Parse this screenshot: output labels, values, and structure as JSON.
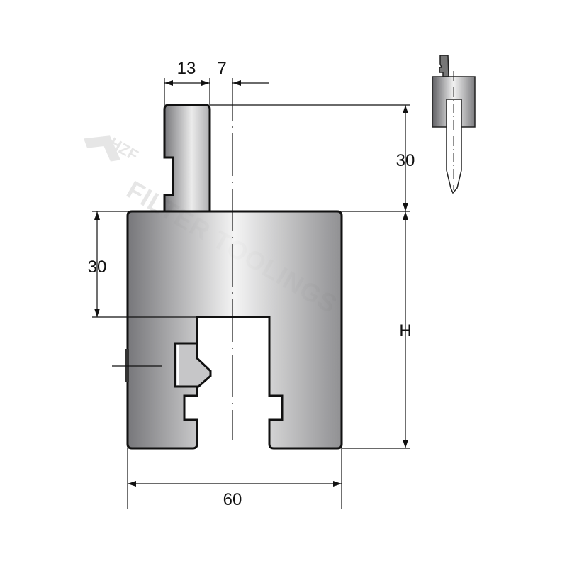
{
  "dimensions": {
    "top_width_tang": "13",
    "top_offset": "7",
    "tang_height": "30",
    "slot_depth": "30",
    "body_height": "H",
    "body_width": "60"
  },
  "watermark": {
    "logo_text": "HZF",
    "text": "FILTER TOOLINGS"
  },
  "colors": {
    "outline": "#111111",
    "body_dark": "#5f5f63",
    "body_light": "#f2f2f2",
    "watermark": "#e6e6e6"
  }
}
